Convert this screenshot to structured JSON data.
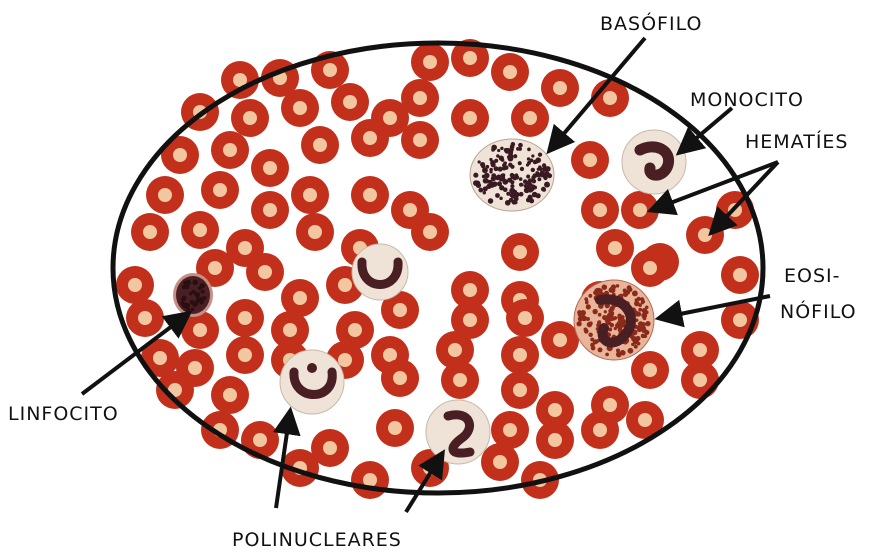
{
  "colors": {
    "background": "#ffffff",
    "outline": "#111111",
    "rbc_outer": "#c2301c",
    "rbc_inner": "#f2c7a0",
    "wbc_cytoplasm": "#efe3d8",
    "nucleus": "#4a1f24",
    "eosinophil_granules": "#8a2a1a",
    "basophil_granules": "#3a1a22"
  },
  "labels": {
    "basofilo": "BASÓFILO",
    "monocito": "MONOCITO",
    "hematies": "HEMATÍES",
    "eosi": "EOSI-",
    "nofilo": "NÓFILO",
    "linfocito": "LINFOCITO",
    "polinucleares": "POLINUCLEARES"
  },
  "icons": {
    "red_blood_cell": "red-blood-cell-icon",
    "basophil": "basophil-icon",
    "monocyte": "monocyte-icon",
    "eosinophil": "eosinophil-icon",
    "lymphocyte": "lymphocyte-icon",
    "neutrophil": "neutrophil-icon"
  }
}
